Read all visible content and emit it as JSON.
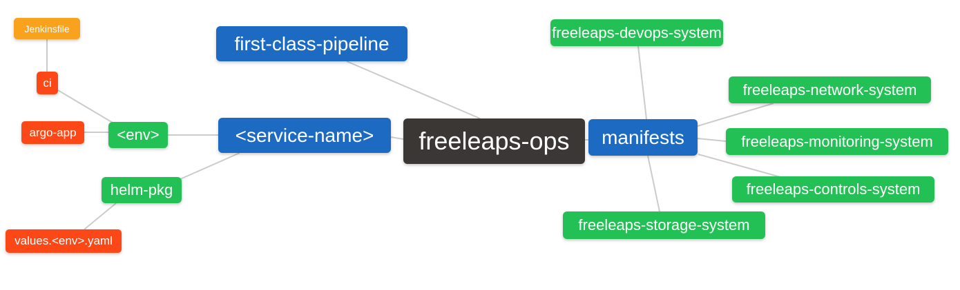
{
  "diagram": {
    "type": "mindmap",
    "root_label": "freeleaps-ops",
    "background": "#ffffff",
    "edge_color": "#cbcbcb",
    "text_color": "#ffffff",
    "level_colors": {
      "root": "#3b3735",
      "level1": "#1c6ac2",
      "level2": "#23c155",
      "level3": "#fc4817",
      "level4": "#f9a21d"
    },
    "nodes": {
      "freeleaps_ops": {
        "label": "freeleaps-ops",
        "level": 0,
        "color": "#3b3735"
      },
      "first_class": {
        "label": "first-class-pipeline",
        "level": 1,
        "color": "#1c6ac2"
      },
      "service_name": {
        "label": "<service-name>",
        "level": 1,
        "color": "#1c6ac2"
      },
      "manifests": {
        "label": "manifests",
        "level": 1,
        "color": "#1c6ac2"
      },
      "env": {
        "label": "<env>",
        "level": 2,
        "color": "#23c155"
      },
      "helm_pkg": {
        "label": "helm-pkg",
        "level": 2,
        "color": "#23c155"
      },
      "devops_system": {
        "label": "freeleaps-devops-system",
        "level": 2,
        "color": "#23c155"
      },
      "network_system": {
        "label": "freeleaps-network-system",
        "level": 2,
        "color": "#23c155"
      },
      "monitoring_system": {
        "label": "freeleaps-monitoring-system",
        "level": 2,
        "color": "#23c155"
      },
      "controls_system": {
        "label": "freeleaps-controls-system",
        "level": 2,
        "color": "#23c155"
      },
      "storage_system": {
        "label": "freeleaps-storage-system",
        "level": 2,
        "color": "#23c155"
      },
      "ci": {
        "label": "ci",
        "level": 3,
        "color": "#fc4817"
      },
      "argo_app": {
        "label": "argo-app",
        "level": 3,
        "color": "#fc4817"
      },
      "values_yaml": {
        "label": "values.<env>.yaml",
        "level": 3,
        "color": "#fc4817"
      },
      "jenkinsfile": {
        "label": "Jenkinsfile",
        "level": 4,
        "color": "#f9a21d"
      }
    },
    "hierarchy": {
      "freeleaps-ops": [
        "first-class-pipeline",
        "<service-name>",
        "manifests"
      ],
      "<service-name>": [
        "<env>",
        "helm-pkg"
      ],
      "<env>": [
        "argo-app",
        "ci"
      ],
      "ci": [
        "Jenkinsfile"
      ],
      "helm-pkg": [
        "values.<env>.yaml"
      ],
      "manifests": [
        "freeleaps-devops-system",
        "freeleaps-network-system",
        "freeleaps-monitoring-system",
        "freeleaps-controls-system",
        "freeleaps-storage-system"
      ]
    }
  }
}
